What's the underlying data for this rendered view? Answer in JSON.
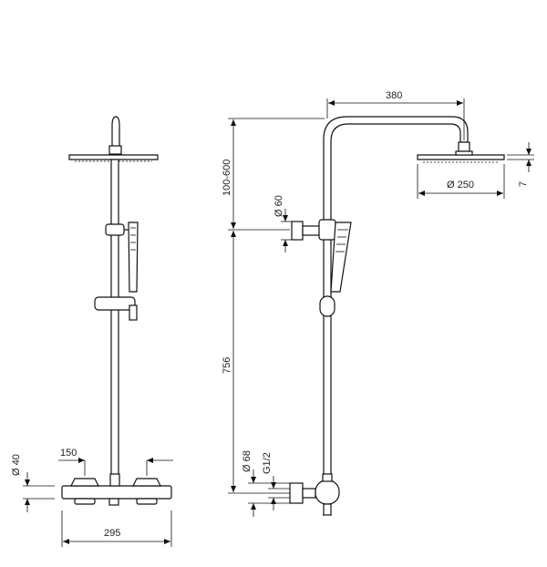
{
  "dimensions": {
    "arm_length": "380",
    "height_adjust": "100-600",
    "head_diameter": "Ø 250",
    "head_thickness": "7",
    "holder_diameter": "Ø 60",
    "rail_height": "756",
    "inlet_diameter": "Ø 68",
    "thread": "G1/2",
    "mixer_diameter": "Ø 40",
    "center_distance": "150",
    "overall_width": "295"
  }
}
